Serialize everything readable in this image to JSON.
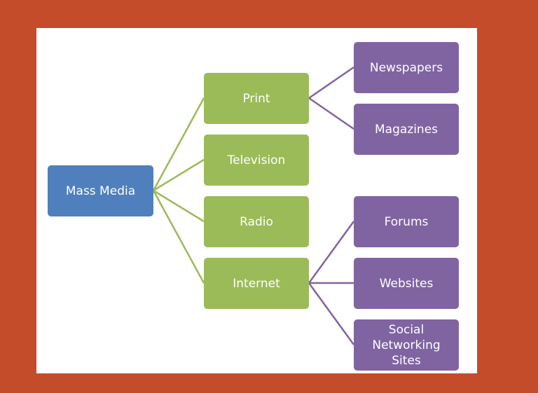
{
  "diagram": {
    "colors": {
      "background": "#c44c2a",
      "canvas": "#ffffff",
      "root": "#4f80bd",
      "level1": "#9bbb59",
      "level2": "#8064a2"
    },
    "root": {
      "label": "Mass Media"
    },
    "level1": [
      {
        "label": "Print"
      },
      {
        "label": "Television"
      },
      {
        "label": "Radio"
      },
      {
        "label": "Internet"
      }
    ],
    "print_children": [
      {
        "label": "Newspapers"
      },
      {
        "label": "Magazines"
      }
    ],
    "internet_children": [
      {
        "label": "Forums"
      },
      {
        "label": "Websites"
      },
      {
        "label": "Social Networking Sites"
      }
    ]
  }
}
